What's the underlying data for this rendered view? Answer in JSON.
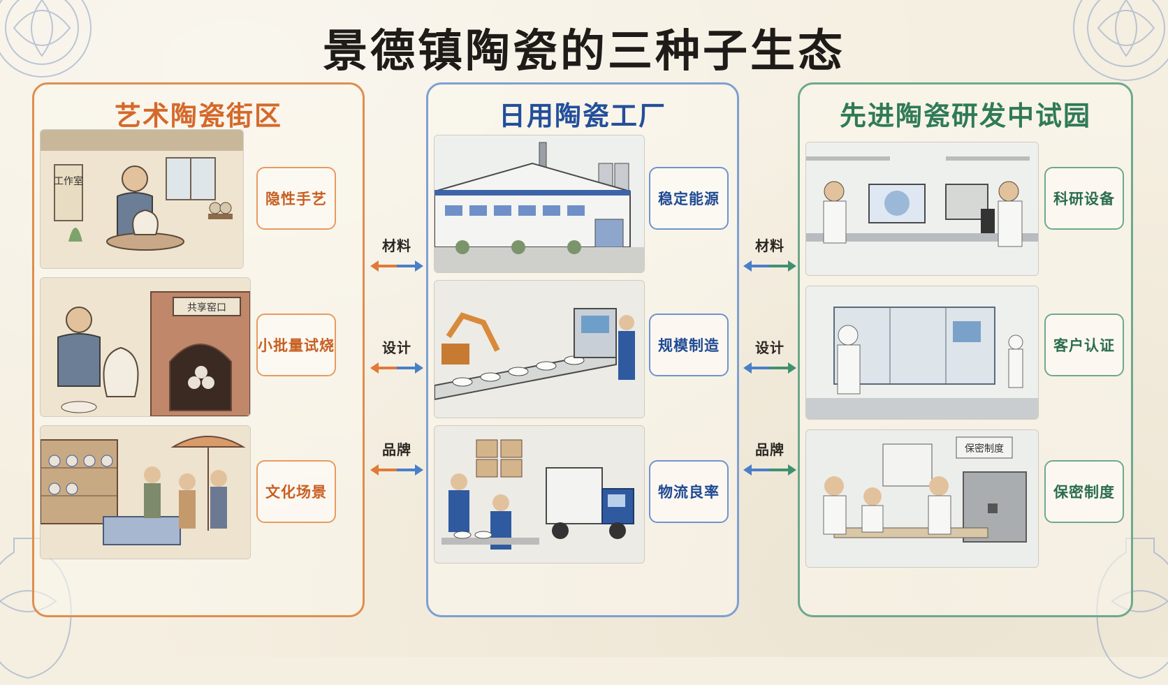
{
  "title": "景德镇陶瓷的三种子生态",
  "colors": {
    "art": "#d4692a",
    "daily": "#234f9a",
    "advanced": "#2f7a57",
    "background": "#f5efe1"
  },
  "panels": {
    "art": {
      "title": "艺术陶瓷街区",
      "features": [
        "隐性手艺",
        "小批量试烧",
        "文化场景"
      ],
      "scene_signs": [
        "工作室",
        "共享窑口"
      ]
    },
    "daily": {
      "title": "日用陶瓷工厂",
      "features": [
        "稳定能源",
        "规模制造",
        "物流良率"
      ]
    },
    "advanced": {
      "title": "先进陶瓷研发中试园",
      "features": [
        "科研设备",
        "客户认证",
        "保密制度"
      ],
      "scene_signs": [
        "保密制度"
      ]
    }
  },
  "links_left": [
    "材料",
    "设计",
    "品牌"
  ],
  "links_right": [
    "材料",
    "设计",
    "品牌"
  ]
}
